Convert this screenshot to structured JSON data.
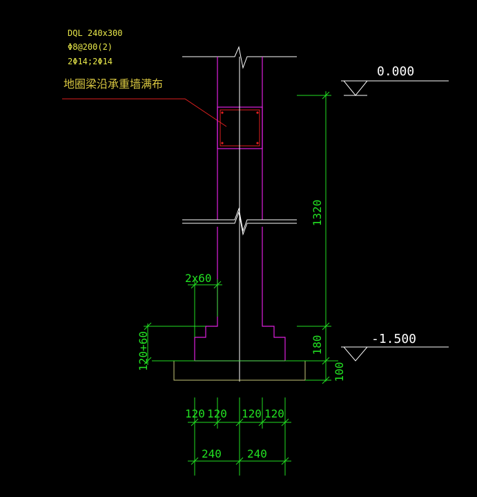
{
  "annotation": {
    "beam_id": "DQL 240x300",
    "stirrup": "Φ8@200(2)",
    "main_bars": "2Φ14;2Φ14",
    "note": "地圈梁沿承重墙满布"
  },
  "levels": {
    "top": "0.000",
    "bottom": "-1.500"
  },
  "dimensions": {
    "height_1320": "1320",
    "height_180": "180",
    "height_100": "100",
    "step": "2x60",
    "step_height": "120+60",
    "widths_small": [
      "120",
      "120",
      "120",
      "120"
    ],
    "widths_large": [
      "240",
      "240"
    ]
  },
  "colors": {
    "background": "#000000",
    "wall": "#e020e0",
    "dimension": "#22e022",
    "annotation": "#e8e84a",
    "leader": "#e02020",
    "foundation": "#c8c87a",
    "line": "#ffffff"
  }
}
